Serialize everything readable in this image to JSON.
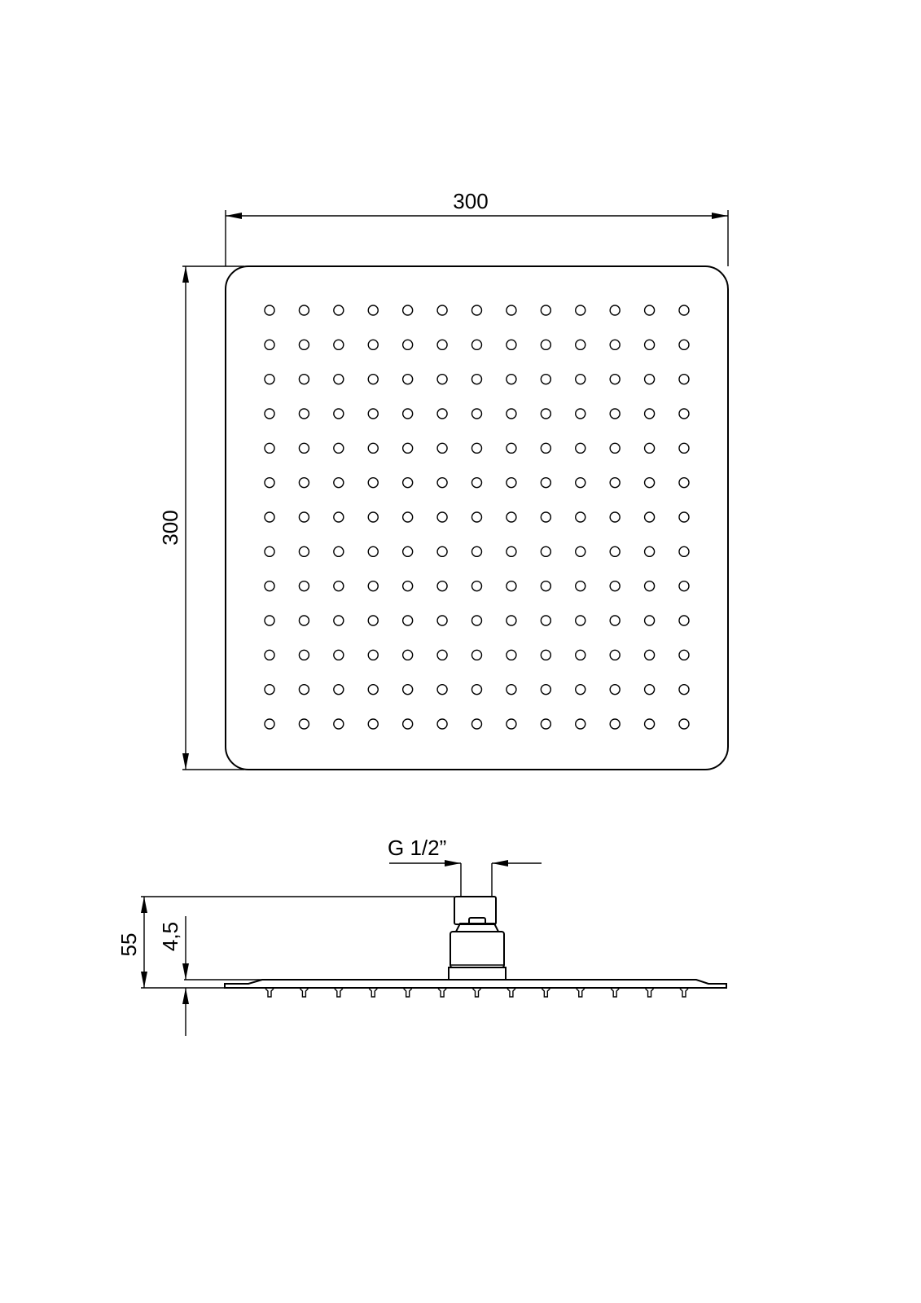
{
  "drawing": {
    "top_view": {
      "width_label": "300",
      "height_label": "300",
      "nozzle_rows": 13,
      "nozzle_cols": 13
    },
    "side_view": {
      "thread_label": "G 1/2”",
      "total_height_label": "55",
      "plate_thickness_label": "4,5",
      "nozzle_count": 13
    },
    "line_color": "#000000"
  }
}
